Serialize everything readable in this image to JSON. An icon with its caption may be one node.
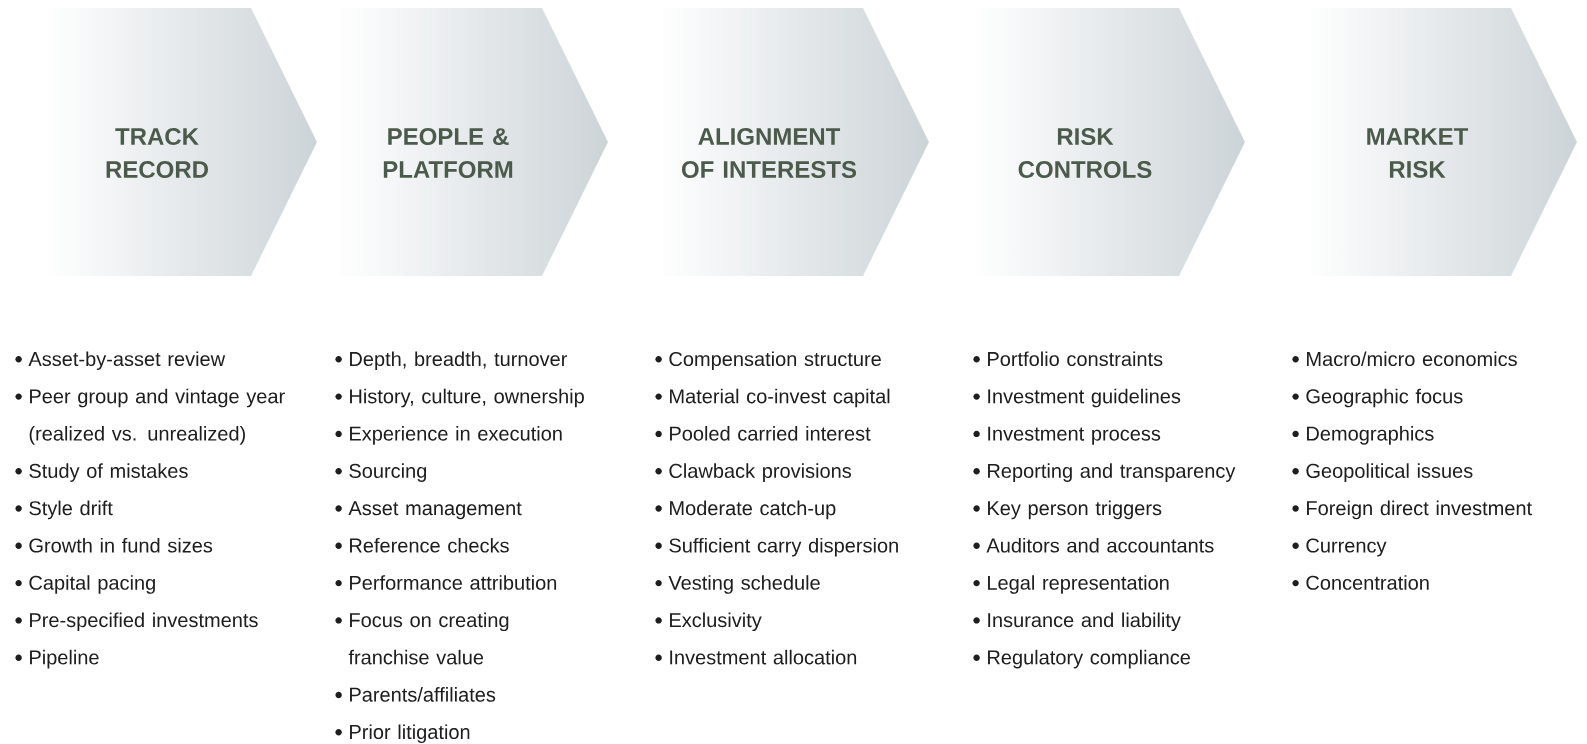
{
  "diagram": {
    "nodes": [
      {
        "text": [
          "TRACK RECORD"
        ],
        "beside": [
          "Asset-by-asset review",
          "Peer group and vintage year (realized vs. unrealized)",
          "Study of mistakes",
          "Style drift",
          "Growth in fund sizes",
          "Capital pacing",
          "Pre-specified investments",
          "Pipeline"
        ]
      },
      {
        "text": [
          "PEOPLE & PLATFORM"
        ],
        "beside": [
          "Depth, breadth, turnover",
          "History, culture, ownership",
          "Experience in execution",
          "Sourcing",
          "Asset management",
          "Reference checks",
          "Performance attribution",
          "Focus on creating franchise value",
          "Parents/affiliates",
          "Prior litigation"
        ]
      },
      {
        "text": [
          "ALIGNMENT OF INTERESTS"
        ],
        "beside": [
          "Compensation structure",
          "Material co-invest capital",
          "Pooled carried interest",
          "Clawback provisions",
          "Moderate catch-up",
          "Sufficient carry dispersion",
          "Vesting schedule",
          "Exclusivity",
          "Investment allocation"
        ]
      },
      {
        "text": [
          "RISK CONTROLS"
        ],
        "beside": [
          "Portfolio constraints",
          "Investment guidelines",
          "Investment process",
          "Reporting and transparency",
          "Key person triggers",
          "Auditors and accountants",
          "Legal representation",
          "Insurance and liability",
          "Regulatory compliance"
        ]
      },
      {
        "text": [
          "MARKET RISK"
        ],
        "beside": [
          "Macro/micro economics",
          "Geographic focus",
          "Demographics",
          "Geopolitical issues",
          "Foreign direct investment",
          "Currency",
          "Concentration"
        ]
      }
    ]
  }
}
